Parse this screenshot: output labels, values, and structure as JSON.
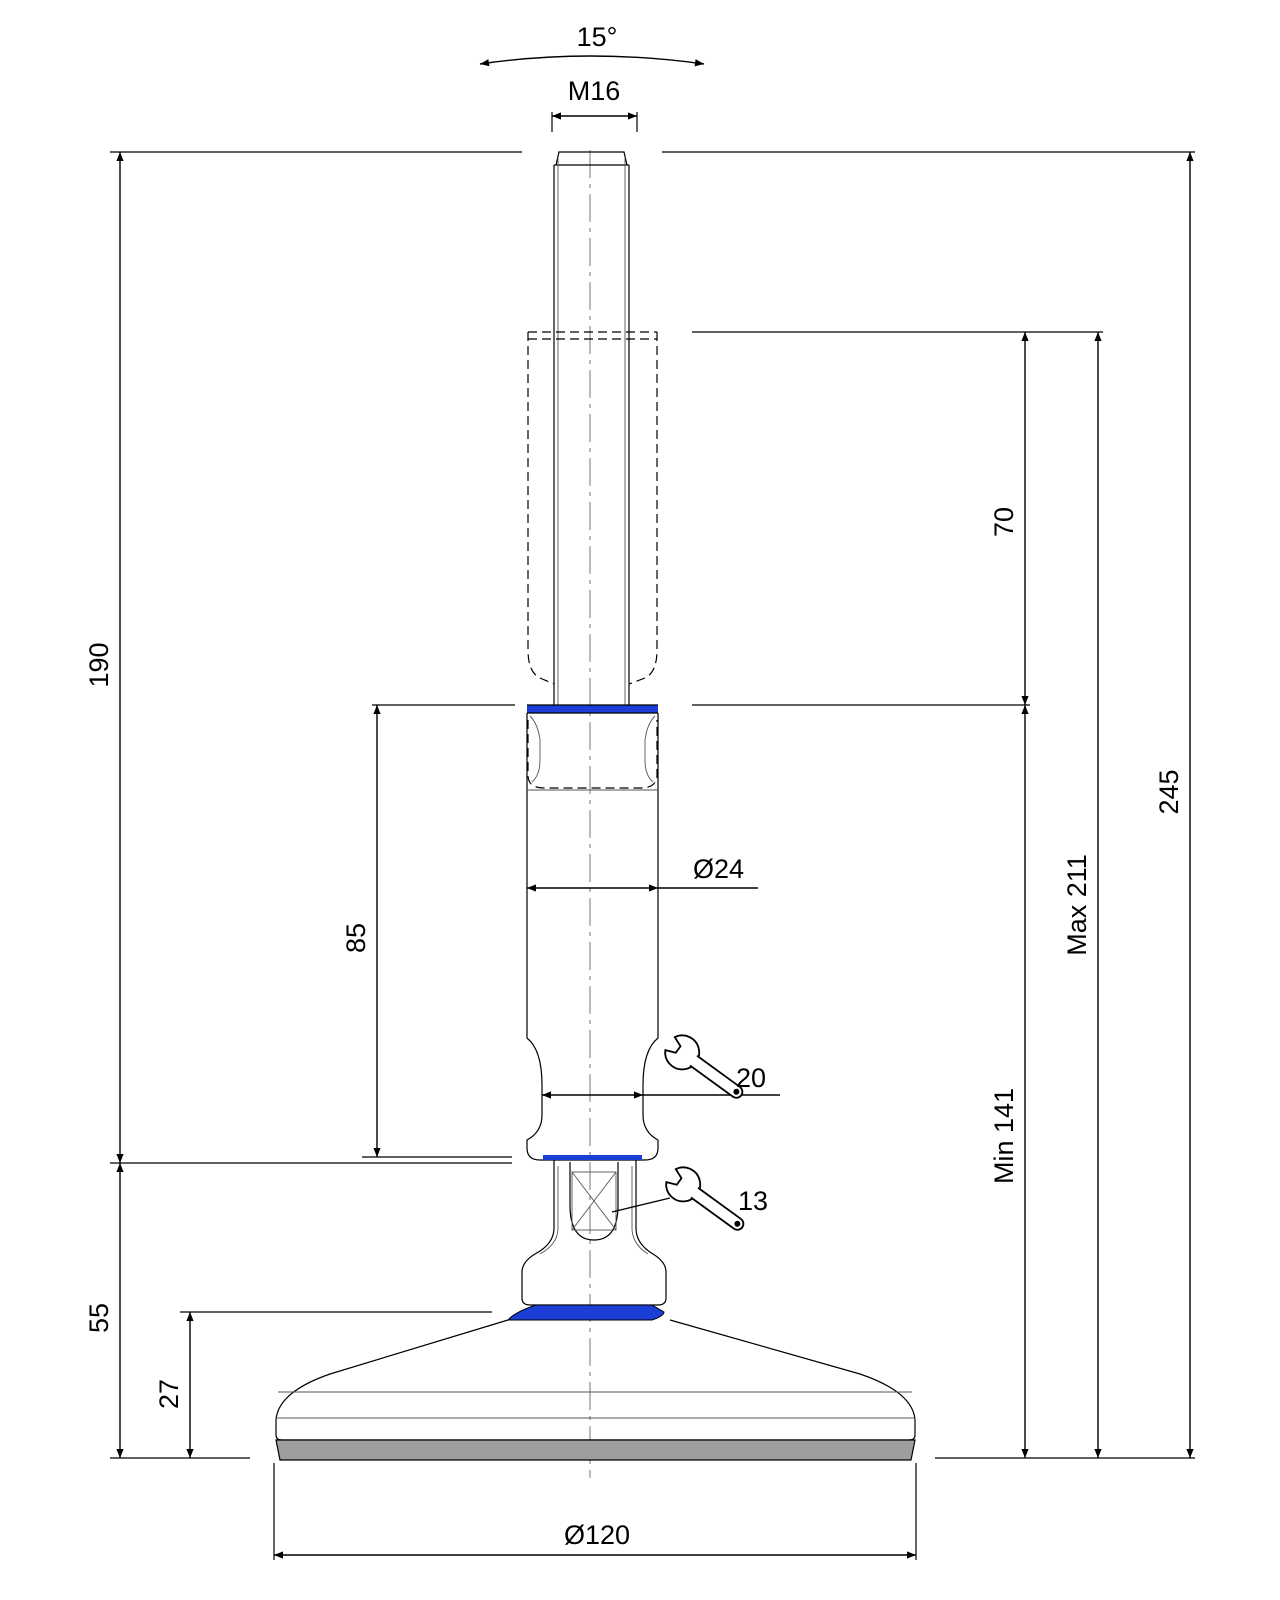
{
  "dimensions": {
    "tilt_angle": "15°",
    "thread": "M16",
    "overall_stud_height": "190",
    "total_height": "245",
    "adjust_stroke": "70",
    "max_height": "Max 211",
    "min_height": "Min 141",
    "body_length": "85",
    "body_diameter": "Ø24",
    "wrench_body": "20",
    "wrench_base": "13",
    "base_height": "55",
    "pad_height": "27",
    "base_diameter": "Ø120"
  },
  "colors": {
    "line": "#000000",
    "seal_blue": "#1b3fd6",
    "rubber_pad": "#9e9e9e"
  },
  "icons": [
    "wrench-icon",
    "arrow-icon"
  ]
}
